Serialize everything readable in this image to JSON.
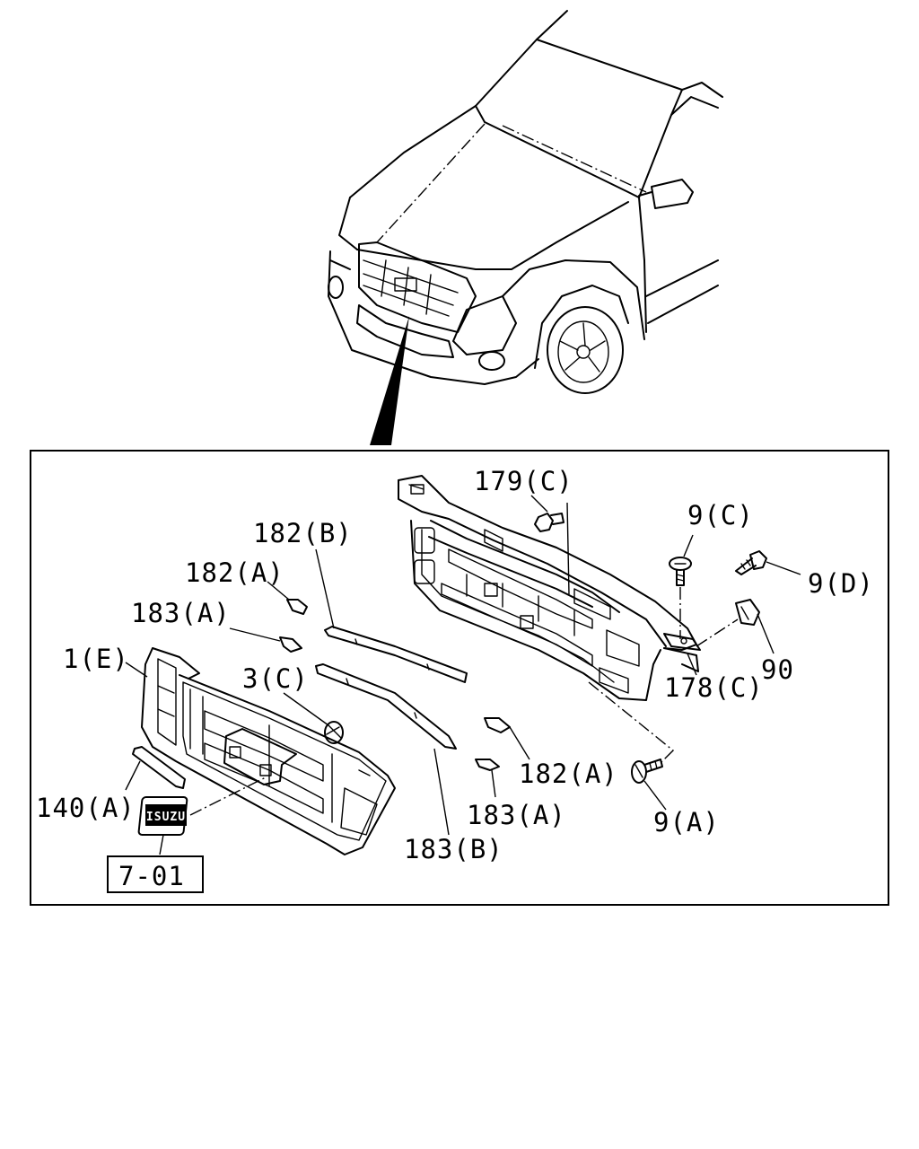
{
  "labels": {
    "p179c": "179(C)",
    "p9c": "9(C)",
    "p9d": "9(D)",
    "p90": "90",
    "p178c": "178(C)",
    "p182b": "182(B)",
    "p182a_top": "182(A)",
    "p183a_top": "183(A)",
    "p1e": "1(E)",
    "p3c": "3(C)",
    "p182a_bot": "182(A)",
    "p183a_bot": "183(A)",
    "p183b": "183(B)",
    "p9a": "9(A)",
    "p140a": "140(A)",
    "ref701": "7-01"
  },
  "emblem": {
    "text": "ISUZU"
  }
}
